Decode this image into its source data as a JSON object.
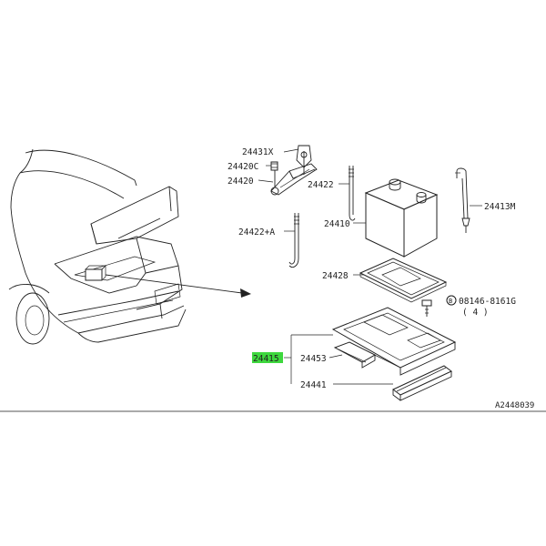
{
  "diagram": {
    "part_labels": {
      "p24431X": "24431X",
      "p24420C": "24420C",
      "p24420": "24420",
      "p24422": "24422",
      "p24422A": "24422+A",
      "p24410": "24410",
      "p24413M": "24413M",
      "p24428": "24428",
      "p08146": "08146-8161G",
      "p08146_qty": "( 4 )",
      "p08146_prefix": "B",
      "p24415": "24415",
      "p24453": "24453",
      "p24441": "24441"
    },
    "figure_code": "A2448039",
    "highlight_color": "#3ed83e"
  }
}
